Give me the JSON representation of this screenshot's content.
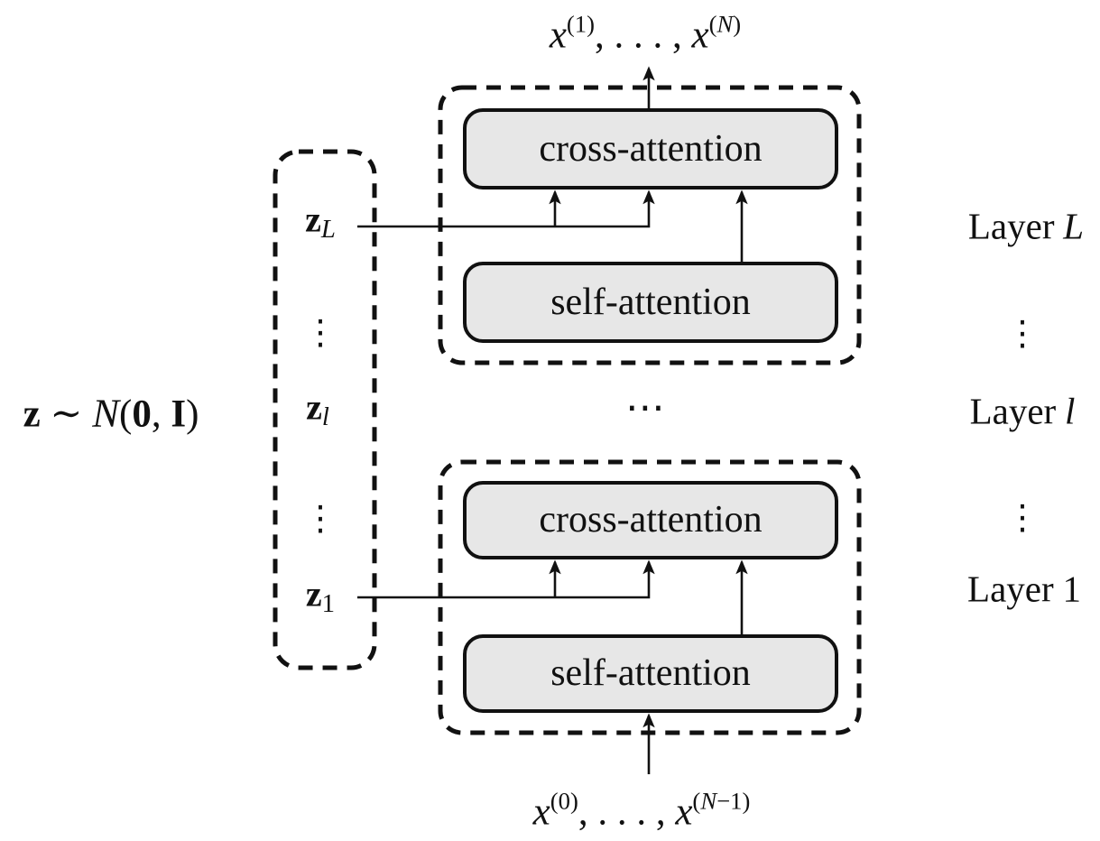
{
  "colors": {
    "background": "#ffffff",
    "block_fill": "#e7e7e7",
    "stroke": "#111111"
  },
  "io": {
    "top": {
      "parts": [
        "x",
        "(1)",
        ", . . . , ",
        "x",
        "(",
        "N",
        ")"
      ]
    },
    "bottom": {
      "parts": [
        "x",
        "(0)",
        ", . . . , ",
        "x",
        "(",
        "N",
        "−1",
        ")"
      ]
    }
  },
  "prior": {
    "parts": [
      "z",
      " ∼ ",
      "N",
      "(",
      "0",
      ", ",
      "I",
      ")"
    ]
  },
  "latents": {
    "top": {
      "base": "z",
      "sub": "L"
    },
    "mid": {
      "base": "z",
      "sub": "l"
    },
    "bottom": {
      "base": "z",
      "sub": "1"
    },
    "vdots": "⋮"
  },
  "middle": {
    "cdots": "⋯"
  },
  "layer_labels": {
    "top": {
      "prefix": "Layer",
      "var": "L"
    },
    "mid": {
      "prefix": "Layer",
      "var": "l"
    },
    "bottom": {
      "prefix": "Layer",
      "var": "1"
    },
    "vdots": "⋮"
  },
  "blocks": {
    "layer_L": {
      "cross": "cross-attention",
      "self": "self-attention"
    },
    "layer_1": {
      "cross": "cross-attention",
      "self": "self-attention"
    }
  }
}
